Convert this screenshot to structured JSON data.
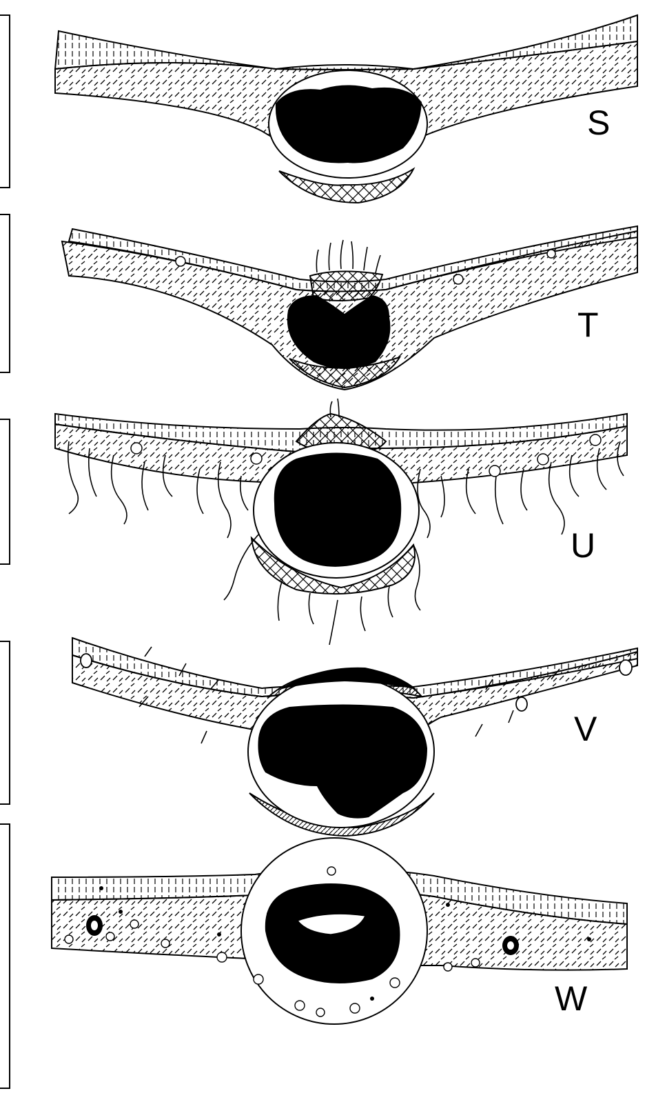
{
  "figure": {
    "panels": [
      {
        "letter": "S",
        "features": [
          "hatched-epidermis",
          "dashed-mesophyll",
          "midrib-vascular-bundle",
          "crosshatched-collenchyma"
        ]
      },
      {
        "letter": "T",
        "features": [
          "hatched-epidermis",
          "dashed-mesophyll",
          "midrib-vascular-bundle",
          "crosshatched-collenchyma",
          "hairs",
          "oil-cells"
        ]
      },
      {
        "letter": "U",
        "features": [
          "hatched-epidermis",
          "dashed-mesophyll",
          "midrib-vascular-bundle",
          "crosshatched-collenchyma",
          "hairs",
          "oil-cells"
        ]
      },
      {
        "letter": "V",
        "features": [
          "hatched-epidermis",
          "dashed-mesophyll",
          "midrib-vascular-bundle",
          "diagonal-hatched-cap",
          "spines",
          "oil-cells"
        ]
      },
      {
        "letter": "W",
        "features": [
          "hatched-epidermis",
          "dashed-mesophyll",
          "midrib-vascular-bundle",
          "secretory-cavity",
          "crystals",
          "druses"
        ]
      }
    ]
  },
  "colors": {
    "ink": "#000000",
    "paper": "#ffffff"
  }
}
